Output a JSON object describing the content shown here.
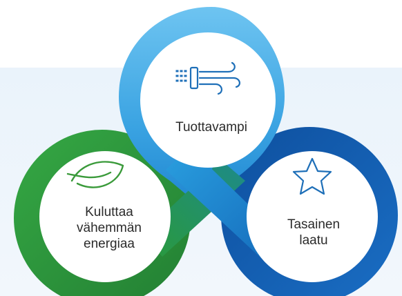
{
  "nodes": {
    "top": {
      "icon": "ventilation-icon",
      "lines": [
        "Tuottavampi"
      ]
    },
    "left": {
      "icon": "leaf-icon",
      "lines": [
        "Kuluttaa",
        "vähemmän",
        "energiaa"
      ]
    },
    "right": {
      "icon": "star-icon",
      "lines": [
        "Tasainen",
        "laatu"
      ]
    }
  },
  "colors": {
    "background_band": "#eef5fb",
    "green": "#2f9a3f",
    "green_dark": "#1f7a30",
    "light_blue": "#3fa9e6",
    "dark_blue": "#0b4f9c",
    "icon_green": "#3a9a3a",
    "icon_blue": "#1e6fb8"
  }
}
